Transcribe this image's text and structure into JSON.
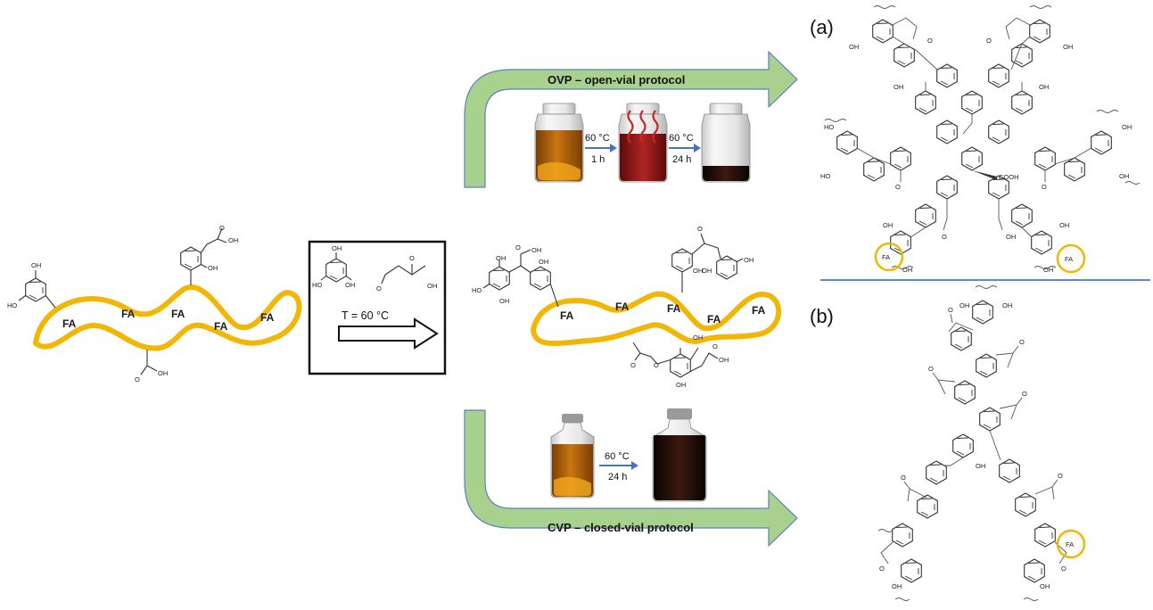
{
  "colors": {
    "fa_chain": "#f2b705",
    "route_arrow_fill": "#a9d18e",
    "route_arrow_stroke": "#5b7fc4",
    "small_arrow": "#4472c4",
    "divider": "#5b8bd6",
    "highlight_circle": "#f2b705",
    "liquid_amber": "#b8660f",
    "liquid_red": "#9c1c1c",
    "liquid_black": "#1a0a06"
  },
  "chain_labels": {
    "left": [
      "FA",
      "FA",
      "FA",
      "FA",
      "FA"
    ],
    "middle": [
      "FA",
      "FA",
      "FA",
      "FA",
      "FA"
    ]
  },
  "atoms": {
    "oh": "OH",
    "ho": "HO",
    "o": "O",
    "fa_small": "FA",
    "cooh": "COOH"
  },
  "reaction_box": {
    "condition": "T = 60 °C"
  },
  "routes": {
    "ovp_label": "OVP – open-vial protocol",
    "cvp_label": "CVP – closed-vial protocol",
    "ovp_step1_temp": "60 °C",
    "ovp_step1_time": "1 h",
    "ovp_step2_temp": "60 °C",
    "ovp_step2_time": "24 h",
    "cvp_temp": "60 °C",
    "cvp_time": "24 h"
  },
  "panels": {
    "a": "(a)",
    "b": "(b)"
  }
}
